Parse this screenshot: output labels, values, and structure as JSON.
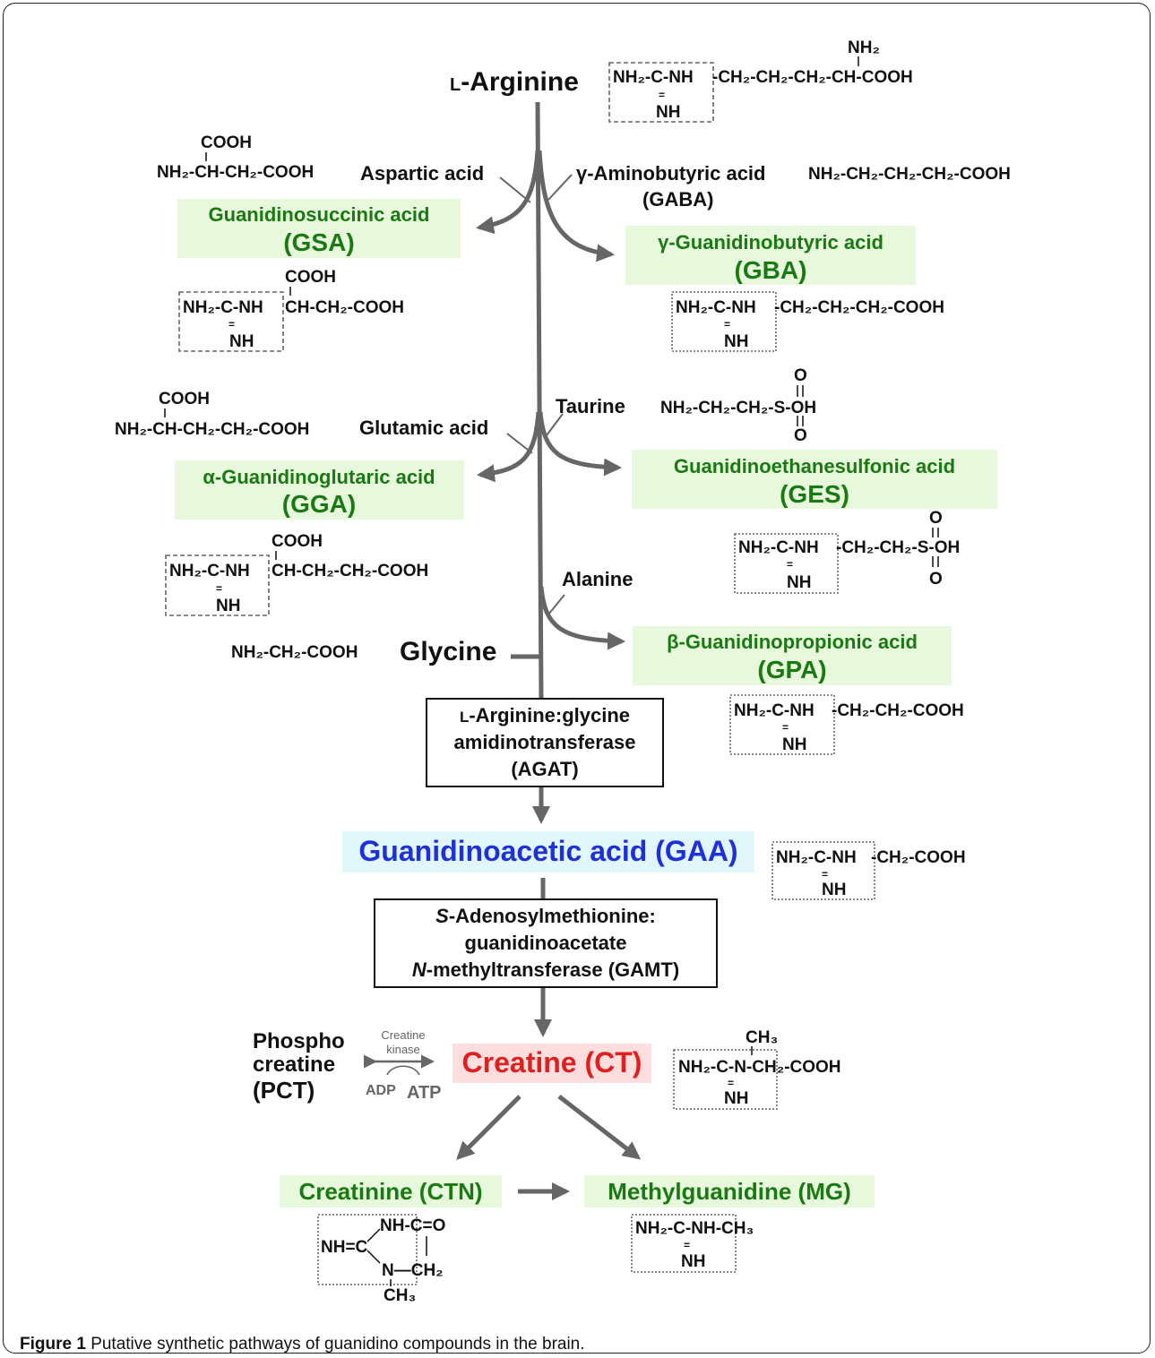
{
  "caption": {
    "prefix": "Figure 1",
    "text": "Putative synthetic pathways of guanidino compounds in the brain."
  },
  "colors": {
    "green": "#1a7a12",
    "blue": "#1e30d8",
    "red": "#e0201e",
    "arrow": "#666666"
  },
  "nodes": {
    "arginine": {
      "prefix": "L",
      "label": "-Arginine"
    },
    "aspartic": {
      "label": "Aspartic acid"
    },
    "gaba": {
      "label": "γ-Aminobutyric acid",
      "abbr": "(GABA)"
    },
    "gsa": {
      "name": "Guanidinosuccinic acid",
      "abbr": "GSA"
    },
    "gba": {
      "name": "γ-Guanidinobutyric acid",
      "abbr": "GBA"
    },
    "glutamic": {
      "label": "Glutamic acid"
    },
    "taurine": {
      "label": "Taurine"
    },
    "gga": {
      "name": "α-Guanidinoglutaric acid",
      "abbr": "GGA"
    },
    "ges": {
      "name": "Guanidinoethanesulfonic acid",
      "abbr": "GES"
    },
    "alanine": {
      "label": "Alanine"
    },
    "glycine": {
      "label": "Glycine"
    },
    "gpa": {
      "name": "β-Guanidinopropionic acid",
      "abbr": "GPA"
    },
    "agat": {
      "line1": "-Arginine:glycine",
      "line1_prefix": "L",
      "line2": "amidinotransferase",
      "line3": "(AGAT)"
    },
    "gaa": {
      "label": "Guanidinoacetic acid (GAA)"
    },
    "gamt": {
      "line1_italic": "S",
      "line1": "-Adenosylmethionine:",
      "line2": "guanidinoacetate",
      "line3_italic": "N",
      "line3": "-methyltransferase (GAMT)"
    },
    "pct": {
      "line1": "Phospho",
      "line2": "creatine",
      "line3": "(PCT)"
    },
    "creatine_kinase": {
      "line1": "Creatine",
      "line2": "kinase",
      "adp": "ADP",
      "atp": "ATP"
    },
    "creatine": {
      "label": "Creatine (CT)"
    },
    "ctn": {
      "label": "Creatinine (CTN)"
    },
    "mg": {
      "label": "Methylguanidine (MG)"
    }
  },
  "formulas": {
    "guan_nh2c": "NH₂-C-NH",
    "eq": "=",
    "nh": "NH",
    "arginine_tail": "-CH₂-CH₂-CH₂-CH-COOH",
    "arginine_top": "NH₂",
    "aspartic_cooh": "COOH",
    "aspartic": "NH₂-CH-CH₂-COOH",
    "gaba": "NH₂-CH₂-CH₂-CH₂-COOH",
    "gsa_cooh": "COOH",
    "gsa_tail": "CH-CH₂-COOH",
    "gba_tail": "-CH₂-CH₂-CH₂-COOH",
    "glutamic_cooh": "COOH",
    "glutamic": "NH₂-CH-CH₂-CH₂-COOH",
    "taurine": "NH₂-CH₂-CH₂-S-OH",
    "o": "O",
    "gga_cooh": "COOH",
    "gga_tail": "CH-CH₂-CH₂-COOH",
    "ges_tail": "-CH₂-CH₂-S-OH",
    "glycine": "NH₂-CH₂-COOH",
    "gpa_tail": "-CH₂-CH₂-COOH",
    "gaa_tail": "-CH₂-COOH",
    "ct_ch3": "CH₃",
    "ct": "NH₂-C-N-CH₂-COOH",
    "ctn_top": "NH-C=O",
    "ctn_left": "NH=C",
    "ctn_bottom": "N—CH₂",
    "ctn_ch3": "CH₃",
    "mg": "NH₂-C-NH-CH₃"
  }
}
